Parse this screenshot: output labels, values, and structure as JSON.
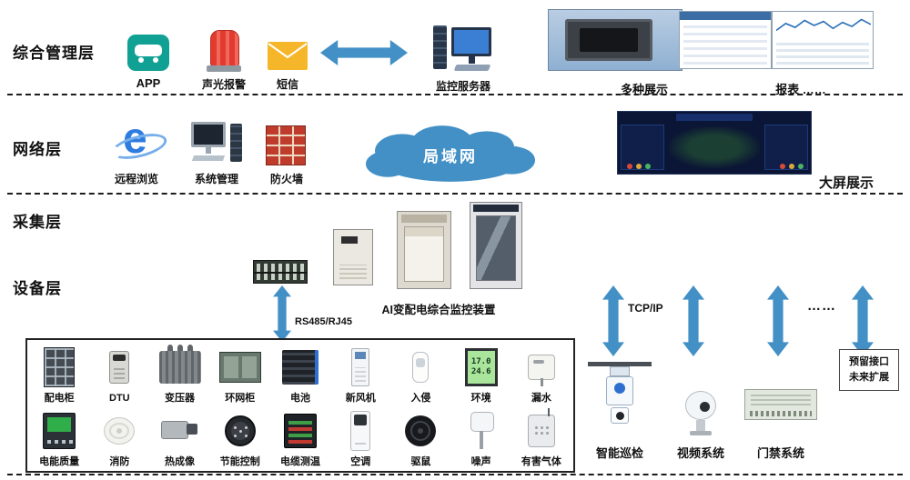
{
  "colors": {
    "arrow_blue": "#4390c6",
    "cloud_blue": "#4390c6",
    "app_teal": "#10a094",
    "alarm_red": "#e23a2e",
    "envelope_yellow": "#f6b62a",
    "screen_navy": "#0b1535"
  },
  "layer_labels": {
    "management": "综合管理层",
    "network": "网络层",
    "collection": "采集层",
    "device": "设备层"
  },
  "management_layer": {
    "app_label": "APP",
    "alarm_label": "声光报警",
    "sms_label": "短信",
    "server_label": "监控服务器",
    "display_label": "多种展示",
    "report_label": "报表 ……"
  },
  "network_layer": {
    "remote_label": "远程浏览",
    "system_label": "系统管理",
    "firewall_label": "防火墙",
    "lan_label": "局域网",
    "bigscreen_label": "大屏展示"
  },
  "device_layer": {
    "ai_device_label": "AI变配电综合监控装置",
    "rs485_label": "RS485/RJ45",
    "tcpip_label": "TCP/IP",
    "ellipsis": "……"
  },
  "device_grid": {
    "env_readings": [
      "17.0",
      "24.6"
    ],
    "items": [
      {
        "label": "配电柜"
      },
      {
        "label": "DTU"
      },
      {
        "label": "变压器"
      },
      {
        "label": "环网柜"
      },
      {
        "label": "电池"
      },
      {
        "label": "新风机"
      },
      {
        "label": "入侵"
      },
      {
        "label": "环境"
      },
      {
        "label": "漏水"
      },
      {
        "label": "电能质量"
      },
      {
        "label": "消防"
      },
      {
        "label": "热成像"
      },
      {
        "label": "节能控制"
      },
      {
        "label": "电缆测温"
      },
      {
        "label": "空调"
      },
      {
        "label": "驱鼠"
      },
      {
        "label": "噪声"
      },
      {
        "label": "有害气体"
      }
    ]
  },
  "right_systems": {
    "inspection_label": "智能巡检",
    "video_label": "视频系统",
    "access_label": "门禁系统",
    "reserved_line1": "预留接口",
    "reserved_line2": "未来扩展"
  }
}
